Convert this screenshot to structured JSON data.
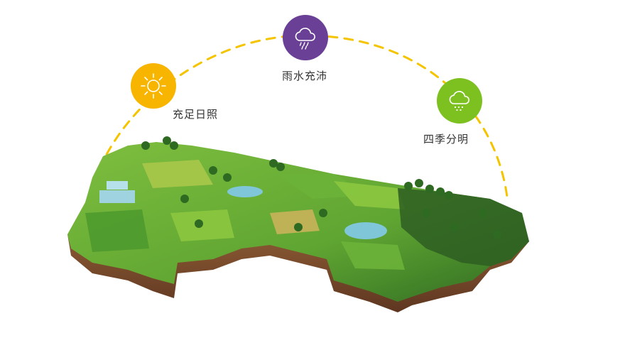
{
  "features": [
    {
      "id": "sun",
      "label": "充足日照",
      "icon": "sun-icon",
      "color": "#F7B500"
    },
    {
      "id": "rain",
      "label": "雨水充沛",
      "icon": "rain-cloud-icon",
      "color": "#6A3F96"
    },
    {
      "id": "snow",
      "label": "四季分明",
      "icon": "snow-cloud-icon",
      "color": "#7DC121"
    }
  ],
  "arc_color": "#F5C400",
  "terrain": {
    "field_colors": [
      "#6CB33A",
      "#8CC63F",
      "#4E9A2E",
      "#A8C64A",
      "#C9B35A"
    ],
    "soil_color": "#7A4A2A",
    "water_color": "#7FC6D8",
    "forest_color": "#2E5E22"
  }
}
